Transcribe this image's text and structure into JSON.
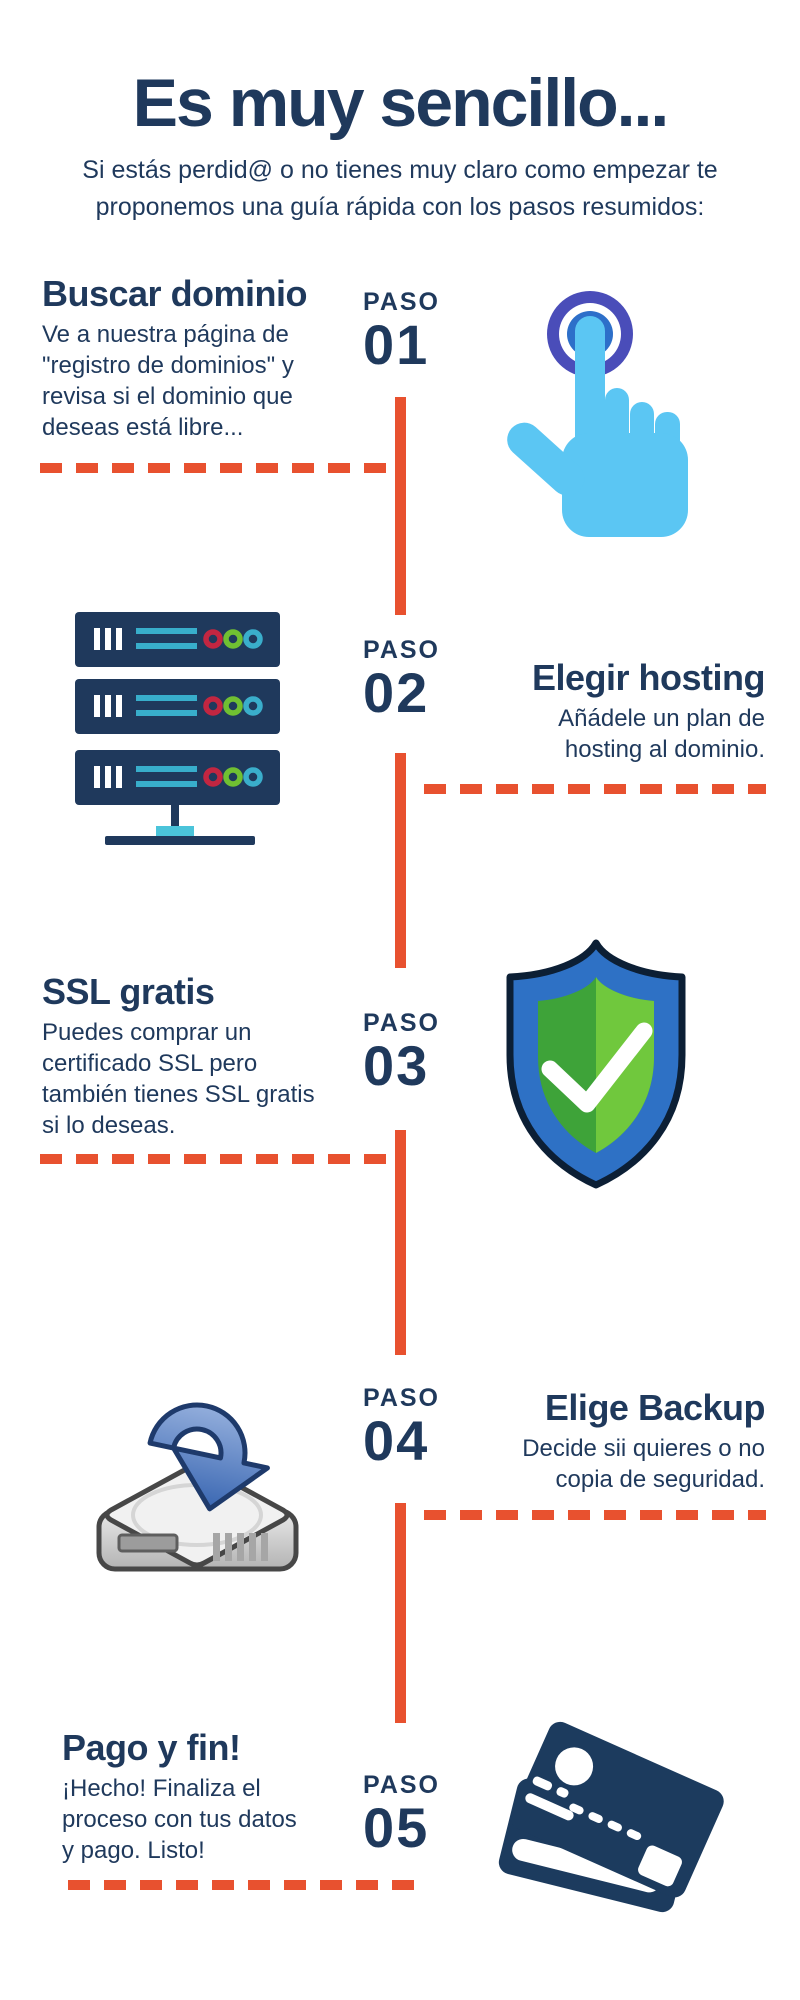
{
  "header": {
    "title": "Es muy sencillo...",
    "subtitle": "Si estás perdid@ o no tienes muy claro como empezar te\nproponemos una guía rápida con los pasos resumidos:"
  },
  "steps": [
    {
      "label": "PASO",
      "number": "01",
      "heading": "Buscar dominio",
      "body": "Ve a nuestra página de\n\"registro de dominios\" y\nrevisa si el dominio que\ndeseas está libre...",
      "icon": "hand-click-icon"
    },
    {
      "label": "PASO",
      "number": "02",
      "heading": "Elegir hosting",
      "body": "Añádele un plan de\nhosting al dominio.",
      "icon": "server-rack-icon"
    },
    {
      "label": "PASO",
      "number": "03",
      "heading": "SSL gratis",
      "body": "Puedes comprar un\ncertificado SSL pero\ntambién tienes SSL gratis\nsi lo deseas.",
      "icon": "shield-check-icon"
    },
    {
      "label": "PASO",
      "number": "04",
      "heading": "Elige Backup",
      "body": "Decide sii quieres o no\ncopia de seguridad.",
      "icon": "backup-drive-icon"
    },
    {
      "label": "PASO",
      "number": "05",
      "heading": "Pago y fin!",
      "body": "¡Hecho! Finaliza el\nproceso con tus datos\ny pago. Listo!",
      "icon": "credit-cards-icon"
    }
  ],
  "colors": {
    "navy": "#1F395C",
    "orange": "#E8512F",
    "hand_blue": "#5BC6F3",
    "ring_purple": "#4A4DB9",
    "ring_blue": "#2D6FC9",
    "shield_blue": "#2E71C5",
    "shield_green_dark": "#3EA339",
    "shield_green_light": "#70C83D",
    "server_teal": "#38AECB",
    "led_red": "#C22641",
    "led_green": "#70C032",
    "led_teal": "#3AAECB",
    "card_navy": "#1C3B5E"
  }
}
